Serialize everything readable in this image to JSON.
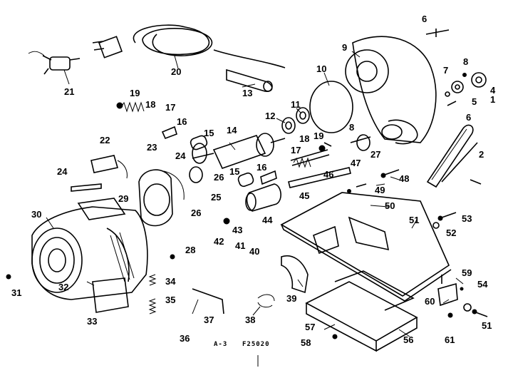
{
  "labels": [
    "1",
    "2",
    "4",
    "5",
    "6",
    "6",
    "7",
    "8",
    "8",
    "9",
    "10",
    "11",
    "12",
    "13",
    "14",
    "15",
    "15",
    "16",
    "16",
    "17",
    "17",
    "18",
    "18",
    "19",
    "19",
    "20",
    "21",
    "22",
    "23",
    "24",
    "24",
    "25",
    "26",
    "26",
    "27",
    "28",
    "29",
    "30",
    "31",
    "32",
    "33",
    "34",
    "35",
    "36",
    "37",
    "38",
    "39",
    "40",
    "41",
    "42",
    "43",
    "44",
    "45",
    "46",
    "47",
    "48",
    "49",
    "50",
    "51",
    "51",
    "52",
    "53",
    "54",
    "56",
    "57",
    "58",
    "59",
    "60",
    "61"
  ],
  "code_left": "A-3",
  "code_right": "F25020"
}
